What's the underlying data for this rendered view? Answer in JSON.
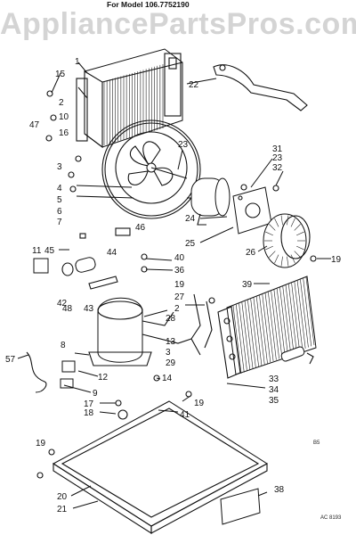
{
  "header": {
    "model_line": "For Model 106.7752190",
    "watermark": "AppliancePartsPros.com"
  },
  "diagram": {
    "callouts": [
      {
        "id": "c1",
        "text": "1"
      },
      {
        "id": "c15",
        "text": "15"
      },
      {
        "id": "c2a",
        "text": "2"
      },
      {
        "id": "c10",
        "text": "10"
      },
      {
        "id": "c47",
        "text": "47"
      },
      {
        "id": "c16",
        "text": "16"
      },
      {
        "id": "c3a",
        "text": "3"
      },
      {
        "id": "c4",
        "text": "4"
      },
      {
        "id": "c5",
        "text": "5"
      },
      {
        "id": "c6",
        "text": "6"
      },
      {
        "id": "c7",
        "text": "7"
      },
      {
        "id": "c22",
        "text": "22"
      },
      {
        "id": "c23a",
        "text": "23"
      },
      {
        "id": "c31",
        "text": "31"
      },
      {
        "id": "c23b",
        "text": "23"
      },
      {
        "id": "c32",
        "text": "32"
      },
      {
        "id": "c24",
        "text": "24"
      },
      {
        "id": "c25",
        "text": "25"
      },
      {
        "id": "c26",
        "text": "26"
      },
      {
        "id": "c19a",
        "text": "19"
      },
      {
        "id": "c11",
        "text": "11"
      },
      {
        "id": "c45",
        "text": "45"
      },
      {
        "id": "c46",
        "text": "46"
      },
      {
        "id": "c44",
        "text": "44"
      },
      {
        "id": "c40",
        "text": "40"
      },
      {
        "id": "c36",
        "text": "36"
      },
      {
        "id": "c42",
        "text": "42"
      },
      {
        "id": "c48",
        "text": "48"
      },
      {
        "id": "c43",
        "text": "43"
      },
      {
        "id": "c39",
        "text": "39"
      },
      {
        "id": "c19b",
        "text": "19"
      },
      {
        "id": "c27",
        "text": "27"
      },
      {
        "id": "c2b",
        "text": "2"
      },
      {
        "id": "c28",
        "text": "28"
      },
      {
        "id": "c13",
        "text": "13"
      },
      {
        "id": "c3b",
        "text": "3"
      },
      {
        "id": "c29",
        "text": "29"
      },
      {
        "id": "c8",
        "text": "8"
      },
      {
        "id": "c57",
        "text": "57"
      },
      {
        "id": "c12",
        "text": "12"
      },
      {
        "id": "c14",
        "text": "14"
      },
      {
        "id": "c9",
        "text": "9"
      },
      {
        "id": "c33",
        "text": "33"
      },
      {
        "id": "c34",
        "text": "34"
      },
      {
        "id": "c35",
        "text": "35"
      },
      {
        "id": "c17",
        "text": "17"
      },
      {
        "id": "c19c",
        "text": "19"
      },
      {
        "id": "c18",
        "text": "18"
      },
      {
        "id": "c41",
        "text": "41"
      },
      {
        "id": "c19d",
        "text": "19"
      },
      {
        "id": "c20",
        "text": "20"
      },
      {
        "id": "c21",
        "text": "21"
      },
      {
        "id": "c38",
        "text": "38"
      },
      {
        "id": "cB5",
        "text": "B5"
      },
      {
        "id": "cAC",
        "text": "AC 8193"
      }
    ]
  },
  "colors": {
    "ink": "#111111",
    "watermark": "#d4d4d4",
    "background": "#ffffff"
  }
}
